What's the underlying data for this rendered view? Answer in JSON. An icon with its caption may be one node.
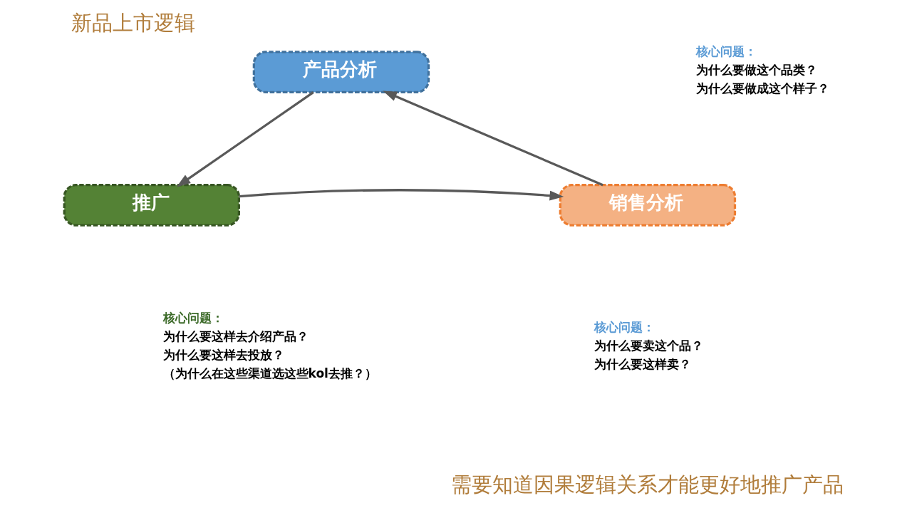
{
  "diagram": {
    "title": "新品上市逻辑",
    "caption": "需要知道因果逻辑关系才能更好地推广产品",
    "nodes": [
      {
        "text": [
          "产品分析"
        ],
        "beside": [
          "核心问题：",
          "为什么要做这个品类？",
          "为什么要做成这个样子？"
        ]
      },
      {
        "text": [
          "推广"
        ],
        "beside": [
          "核心问题：",
          "为什么要这样去介绍产品？",
          "为什么要这样去投放？",
          "（为什么在这些渠道选这些kol去推？）"
        ]
      },
      {
        "text": [
          "销售分析"
        ],
        "beside": [
          "核心问题：",
          "为什么要卖这个品？",
          "为什么要这样卖？"
        ]
      }
    ],
    "edges": [
      {
        "from": 0,
        "to": 1,
        "arrow": "to"
      },
      {
        "from": 1,
        "to": 2,
        "arrow": "to"
      },
      {
        "from": 2,
        "to": 0,
        "arrow": "to"
      }
    ]
  }
}
